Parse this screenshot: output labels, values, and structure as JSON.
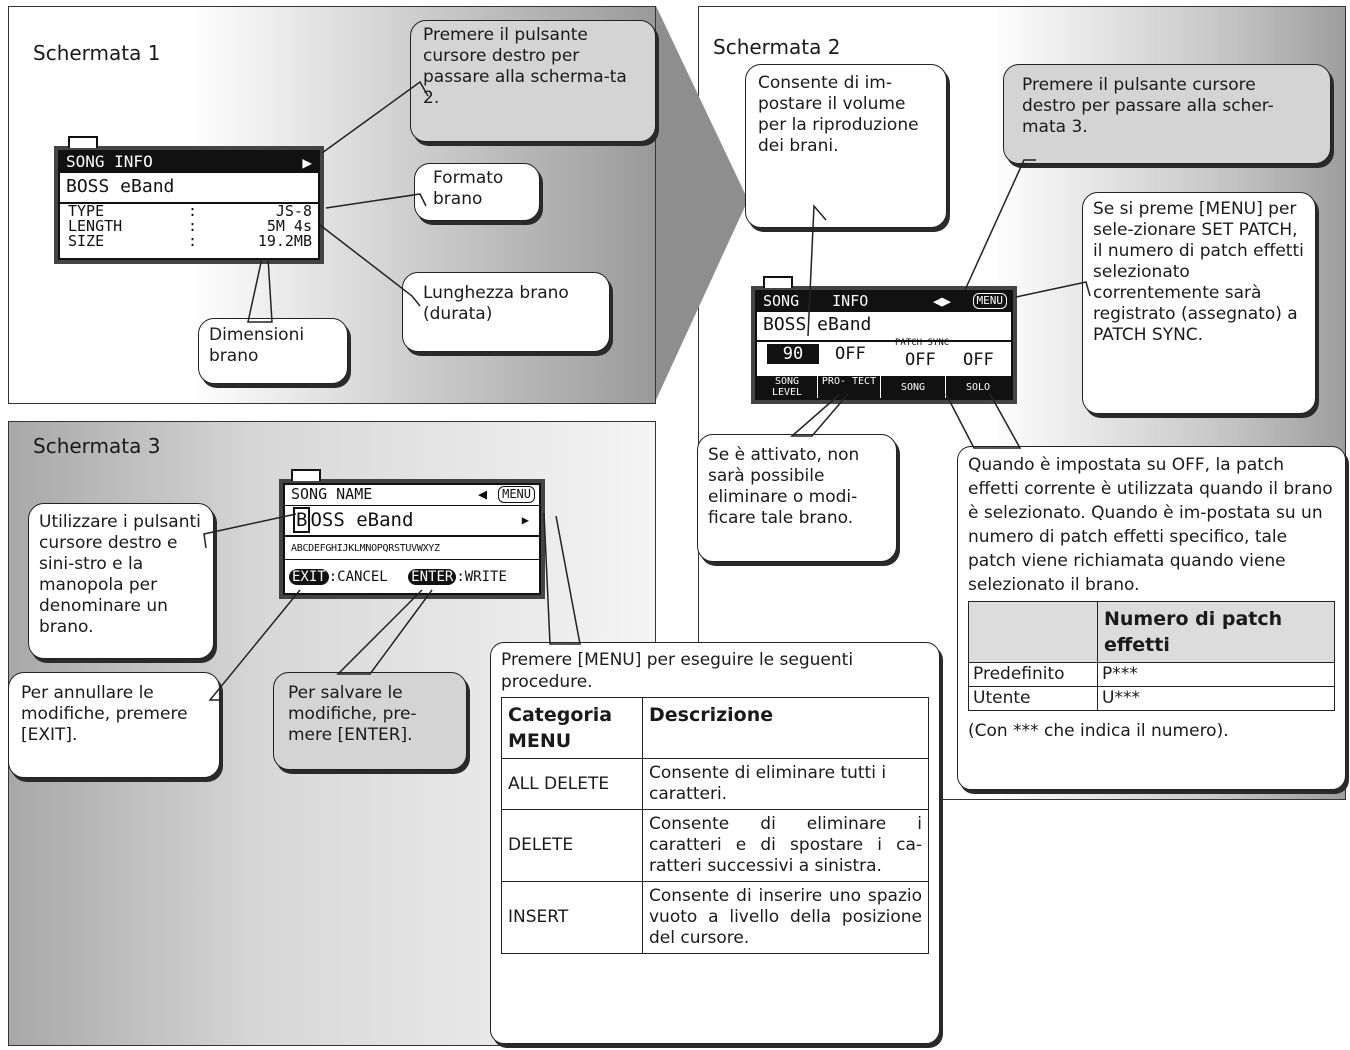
{
  "panel1": {
    "title": "Schermata 1",
    "screen": {
      "header": "SONG INFO",
      "name": "BOSS eBand",
      "rows": [
        {
          "k": "TYPE",
          "s": ":",
          "v": "JS-8"
        },
        {
          "k": "LENGTH",
          "s": ":",
          "v": "5M 4s"
        },
        {
          "k": "SIZE",
          "s": ":",
          "v": "19.2MB"
        }
      ]
    },
    "callouts": {
      "next": "Premere il pulsante cursore destro per passare alla scherma-ta 2.",
      "format": "Formato brano",
      "length": "Lunghezza brano (durata)",
      "size": "Dimensioni brano"
    }
  },
  "panel2": {
    "title": "Schermata 2",
    "screen": {
      "header_left": "SONG",
      "header_mid": "INFO",
      "menu": "MENU",
      "name": "BOSS eBand",
      "level_val": "90",
      "protect_val": "OFF",
      "patchsync": "PATCH SYNC",
      "song_val": "OFF",
      "solo_val": "OFF",
      "labels": [
        "SONG LEVEL",
        "PRO- TECT",
        "SONG",
        "SOLO"
      ]
    },
    "callouts": {
      "volume": "Consente di im-postare il volume per la riproduzione dei brani.",
      "next": "Premere il pulsante cursore destro per passare alla scher-mata 3.",
      "menu": "Se si preme [MENU] per sele-zionare SET PATCH, il numero di patch effetti selezionato correntemente sarà registrato (assegnato) a PATCH SYNC.",
      "protect": "Se è attivato, non sarà possibile eliminare o modi-ficare tale brano.",
      "patch_intro": "Quando è impostata su OFF, la patch effetti corrente è utilizzata quando il brano è selezionato. Quando è im-postata su un numero di patch effetti specifico, tale patch viene richiamata quando viene selezionato il brano.",
      "patch_table": {
        "header": [
          "",
          "Numero di patch effetti"
        ],
        "rows": [
          [
            "Predefinito",
            "P***"
          ],
          [
            "Utente",
            "U***"
          ]
        ]
      },
      "patch_note": "(Con *** che indica il numero)."
    }
  },
  "panel3": {
    "title": "Schermata 3",
    "screen": {
      "header": "SONG NAME",
      "menu": "MENU",
      "name": "BOSS eBand",
      "cursor_char": "B",
      "alphabet": "ABCDEFGHIJKLMNOPQRSTUVWXYZ",
      "exit": "EXIT",
      "cancel": ":CANCEL",
      "enter": "ENTER",
      "write": ":WRITE"
    },
    "callouts": {
      "naming": "Utilizzare i pulsanti cursore destro e sini-stro e la manopola per denominare un brano.",
      "cancel": "Per annullare le modifiche, premere [EXIT].",
      "save": "Per salvare le modifiche, pre-mere [ENTER].",
      "menu_intro": "Premere [MENU] per eseguire le seguenti procedure.",
      "menu_table": {
        "header": [
          "Categoria MENU",
          "Descrizione"
        ],
        "rows": [
          [
            "ALL DELETE",
            "Consente di eliminare tutti i caratteri."
          ],
          [
            "DELETE",
            "Consente di eliminare i caratteri e di spostare i ca-ratteri successivi a sinistra."
          ],
          [
            "INSERT",
            "Consente di inserire uno spazio vuoto a livello della posizione del cursore."
          ]
        ]
      }
    }
  }
}
